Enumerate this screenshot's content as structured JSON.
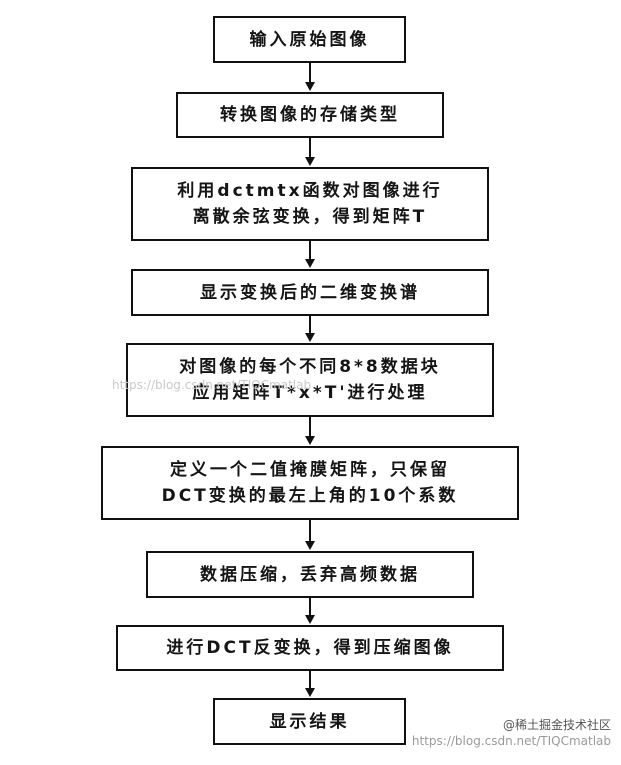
{
  "steps": [
    {
      "lines": [
        "输入原始图像"
      ]
    },
    {
      "lines": [
        "转换图像的存储类型"
      ]
    },
    {
      "lines": [
        "利用dctmtx函数对图像进行",
        "离散余弦变换，得到矩阵T"
      ]
    },
    {
      "lines": [
        "显示变换后的二维变换谱"
      ]
    },
    {
      "lines": [
        "对图像的每个不同8*8数据块",
        "应用矩阵T*x*T'进行处理"
      ]
    },
    {
      "lines": [
        "定义一个二值掩膜矩阵，只保留",
        "DCT变换的最左上角的10个系数"
      ]
    },
    {
      "lines": [
        "数据压缩，丢弃高频数据"
      ]
    },
    {
      "lines": [
        "进行DCT反变换，得到压缩图像"
      ]
    },
    {
      "lines": [
        "显示结果"
      ]
    }
  ],
  "watermark": {
    "overlay": "https://blog.csdn.net/TIQCmatlab",
    "brand": "@稀土掘金技术社区",
    "url": "https://blog.csdn.net/TIQCmatlab"
  }
}
